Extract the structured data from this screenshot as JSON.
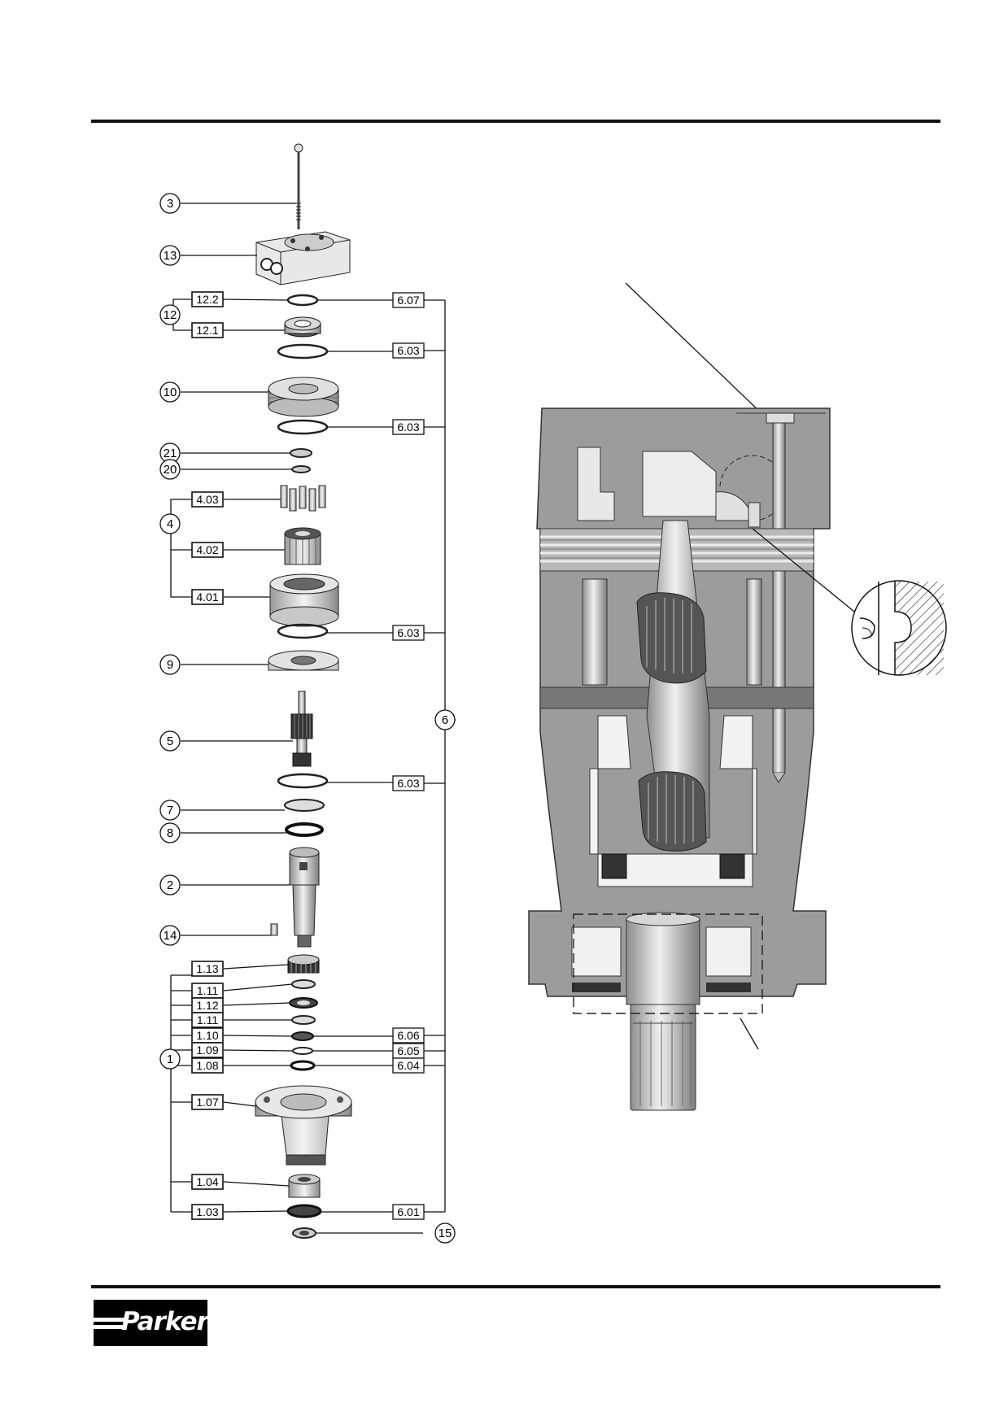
{
  "brand": {
    "logo_text": "Parker"
  },
  "exploded_view": {
    "circle_labels": [
      "3",
      "13",
      "12",
      "10",
      "21",
      "20",
      "4",
      "9",
      "5",
      "7",
      "8",
      "2",
      "14",
      "1",
      "6",
      "15"
    ],
    "left_box_labels": [
      "12.2",
      "12.1",
      "4.03",
      "4.02",
      "4.01",
      "1.13",
      "1.11",
      "1.12",
      "1.11",
      "1.10",
      "1.09",
      "1.08",
      "1.07",
      "1.04",
      "1.03"
    ],
    "right_box_labels": [
      "6.07",
      "6.03",
      "6.03",
      "6.03",
      "6.03",
      "6.06",
      "6.05",
      "6.04",
      "6.01"
    ]
  },
  "colors": {
    "housing_gray": "#9a9a9a",
    "line": "#111111",
    "part_light": "#e6e6e6",
    "part_dark": "#3a3a3a"
  }
}
